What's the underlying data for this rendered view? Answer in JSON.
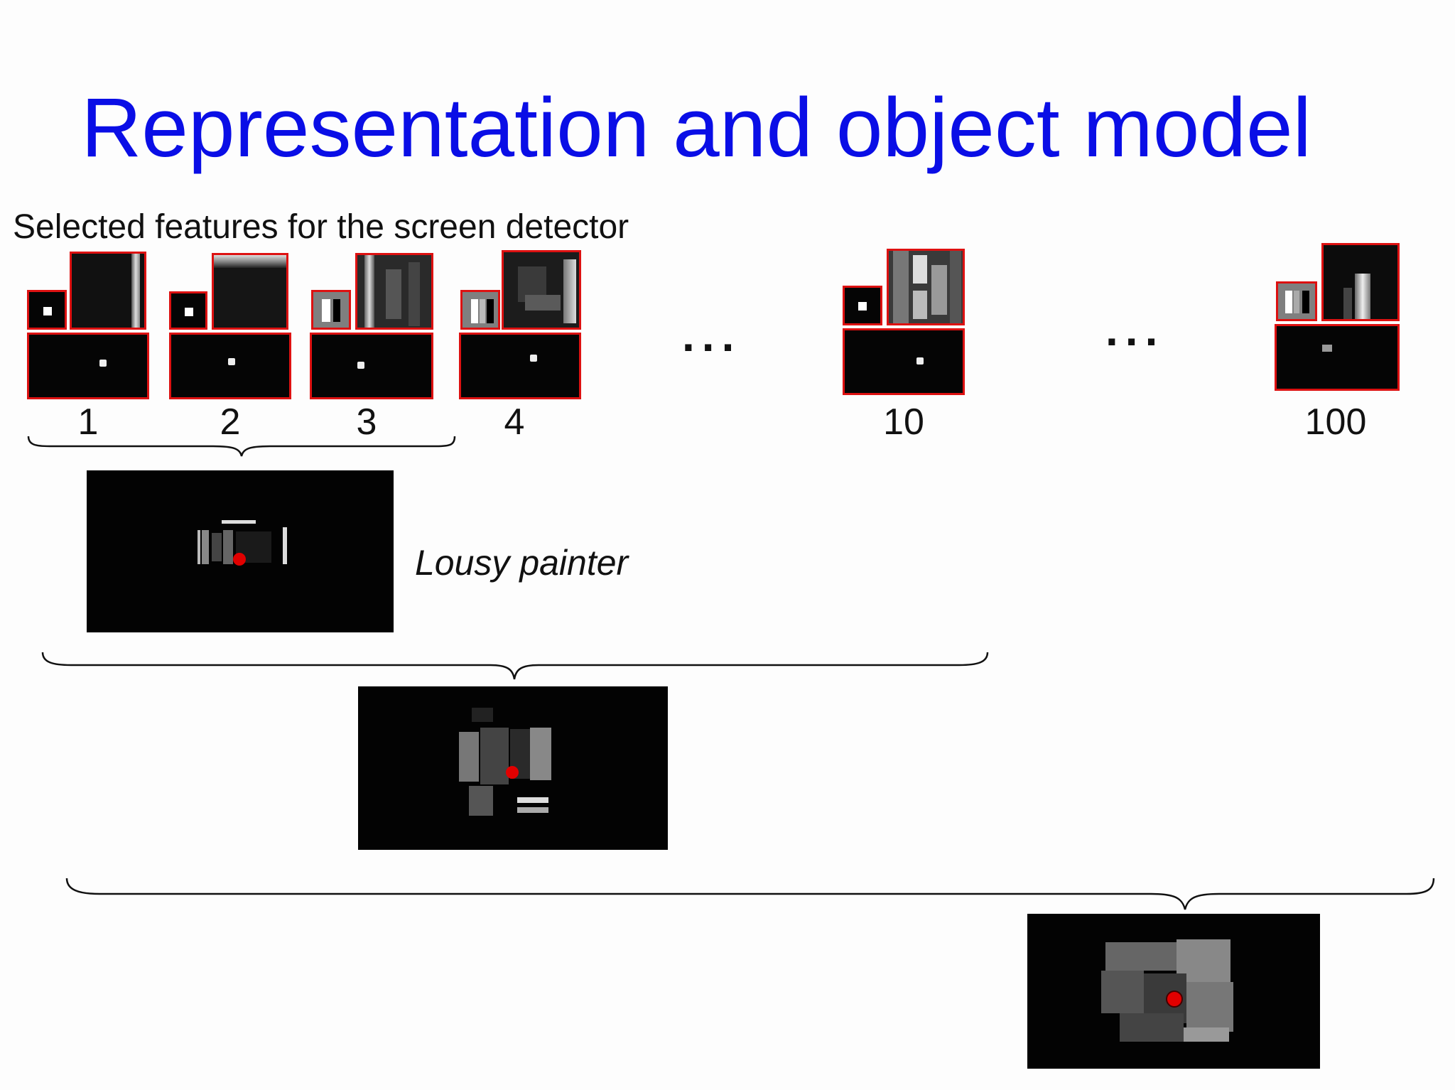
{
  "title": "Representation and object model",
  "subtitle": "Selected features for the screen detector",
  "feature_labels": [
    "1",
    "2",
    "3",
    "4",
    "10",
    "100"
  ],
  "ellipsis": "...",
  "lousy_painter_label": "Lousy painter",
  "colors": {
    "title": "#0a0ee6",
    "feature_border": "#d11111",
    "center_point": "#e10000"
  }
}
